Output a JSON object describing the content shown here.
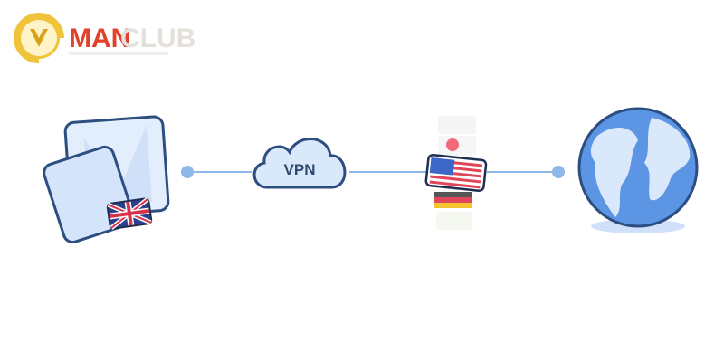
{
  "logo": {
    "part1": "MAN",
    "part2": "CLUB"
  },
  "diagram": {
    "cloud_label": "VPN"
  },
  "colors": {
    "line": "#8fb8ea",
    "outline": "#2c4e80",
    "fill": "#d9e8fb",
    "logo_red": "#e2412b",
    "logo_gold": "#e8b923"
  }
}
